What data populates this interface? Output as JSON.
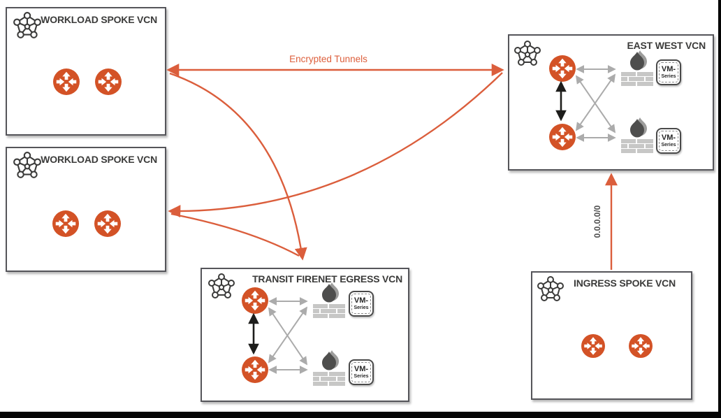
{
  "labels": {
    "encrypted_tunnels": "Encrypted Tunnels",
    "default_route": "0.0.0.0/0"
  },
  "boxes": {
    "workload_spoke_1": {
      "title": "WORKLOAD SPOKE VCN",
      "gateway_count": 2
    },
    "workload_spoke_2": {
      "title": "WORKLOAD SPOKE VCN",
      "gateway_count": 2
    },
    "transit_firenet_egress": {
      "title": "TRANSIT FIRENET EGRESS VCN",
      "gateway_count": 2,
      "firewall_count": 2
    },
    "east_west": {
      "title": "EAST WEST VCN",
      "gateway_count": 2,
      "firewall_count": 2
    },
    "ingress_spoke": {
      "title": "INGRESS SPOKE VCN",
      "gateway_count": 2
    }
  },
  "firewall_vm": {
    "line1": "VM-",
    "line2": "Series"
  },
  "connections": [
    {
      "from": "workload_spoke_1",
      "to": "east_west",
      "type": "encrypted-tunnel",
      "bidirectional": true
    },
    {
      "from": "workload_spoke_1",
      "to": "transit_firenet_egress",
      "type": "encrypted-tunnel",
      "bidirectional": true
    },
    {
      "from": "workload_spoke_2",
      "to": "east_west",
      "type": "encrypted-tunnel",
      "bidirectional": true
    },
    {
      "from": "workload_spoke_2",
      "to": "transit_firenet_egress",
      "type": "encrypted-tunnel",
      "bidirectional": true
    },
    {
      "from": "ingress_spoke",
      "to": "east_west",
      "type": "default-route",
      "label": "0.0.0.0/0",
      "bidirectional": false
    }
  ],
  "icons": {
    "vcn_network": "pentagon-mesh-network-icon",
    "gateway": "orange-circle-four-arrows-gateway-icon",
    "firewall": "flame-over-brick-wall-icon",
    "vm_series": "vm-series-appliance-badge"
  },
  "colors": {
    "gateway_orange": "#D35226",
    "tunnel_orange": "#DB5E3C",
    "label_orange": "#DD5F3C",
    "box_border_gray": "#55555A",
    "title_gray": "#3B3B3A",
    "internal_arrow_gray": "#ABABAB",
    "black_arrow": "#1D1D1B",
    "frame_black": "#050505"
  }
}
